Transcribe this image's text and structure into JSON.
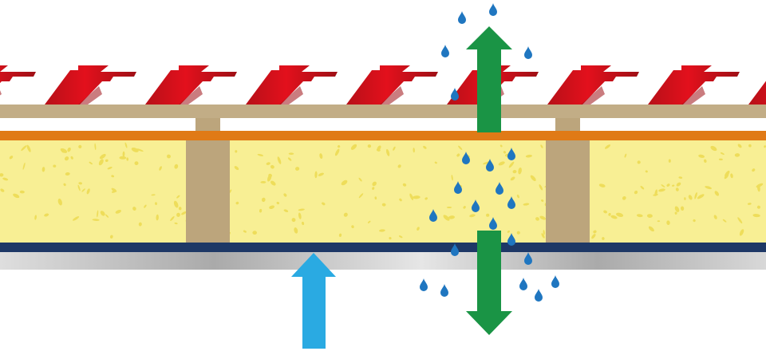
{
  "diagram": {
    "layers": [
      "roof-tiles",
      "roof-batten",
      "counter-battens",
      "membrane",
      "insulation",
      "rafters",
      "vapour-barrier",
      "interior-lining"
    ],
    "colors": {
      "tile": "#c8141c",
      "tile_dark": "#9e1016",
      "batten": "#c2ad86",
      "rafter": "#bca57c",
      "membrane": "#e07a16",
      "insulation": "#f8ef94",
      "insulation_fleck": "#eedd5a",
      "vapour_barrier": "#1e3866",
      "lining_light": "#e2e2e2",
      "lining_dark": "#adadad",
      "arrow_green": "#1a9445",
      "arrow_blue": "#2aaae2",
      "droplet": "#1f76c0"
    },
    "icons": {
      "droplet": "water-droplet-icon",
      "vapour_up": "arrow-up-icon",
      "vapour_both": "arrow-up-down-icon",
      "warm_air": "arrow-up-icon"
    }
  }
}
